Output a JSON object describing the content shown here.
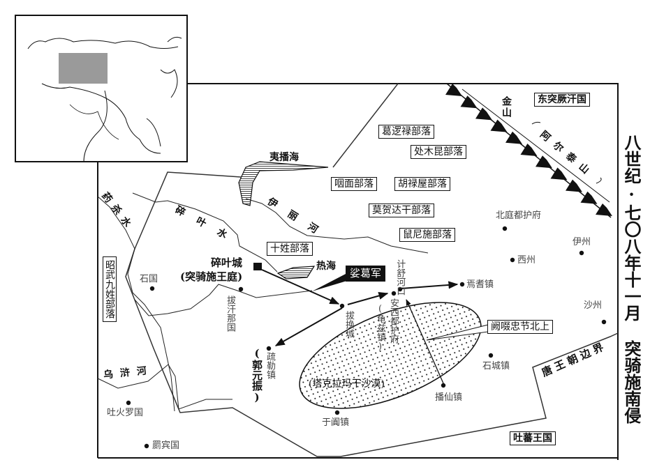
{
  "title": {
    "part1": "八世纪·七〇八年十一月",
    "part2": "突骑施南侵"
  },
  "states": {
    "east_turks": "东突厥汗国",
    "tibet": "吐蕃王国",
    "tang_border": "唐王朝边界"
  },
  "tribes": [
    "葛逻禄部落",
    "处木昆部落",
    "咽面部落",
    "胡禄屋部落",
    "莫贺达干部落",
    "鼠尼施部落",
    "十姓部落",
    "昭武九姓部落"
  ],
  "mountains": {
    "jinshan": "金山",
    "altai": "阿尔泰山"
  },
  "waters": {
    "yibo_lake": "夷播海",
    "yili_river": "伊丽河",
    "suiye_river": "碎叶水",
    "re_lake": "热海",
    "yaosha_river": "药杀水",
    "wuxu_river": "乌浒河",
    "desert": "(塔克拉玛干沙漠)"
  },
  "places": {
    "suiye_city": "碎叶城",
    "suiye_court": "(突骑施王庭)",
    "shiguo": "石国",
    "bahanna": "拔汗那国",
    "beiting": "北庭都护府",
    "yizhou": "伊州",
    "xizhou": "西州",
    "jishu_hekou": "计舒河口",
    "yanqi": "焉耆镇",
    "anxi": "安西都护府",
    "qiuci": "(龟兹镇)",
    "bahuan": "拔换城",
    "shule": "疏勒镇",
    "guo_yuanzhen": "(郭元振)",
    "shicheng": "石城镇",
    "boxian": "播仙镇",
    "yutian": "于阗镇",
    "shazhou": "沙州",
    "tuhuoluo": "吐火罗国",
    "jibin": "罽宾国"
  },
  "armies": {
    "suoge": "娑葛军",
    "quechuo": "阙啜忠节北上"
  },
  "colors": {
    "ink": "#111111",
    "inset_highlight": "#9a9a9a"
  }
}
